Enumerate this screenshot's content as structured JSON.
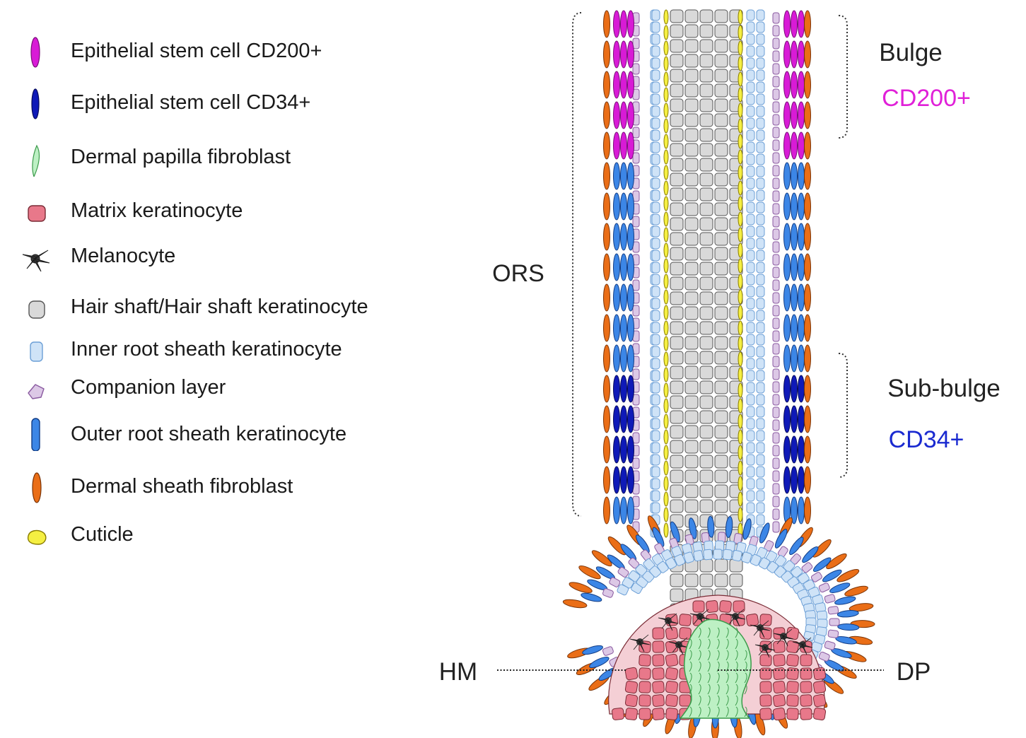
{
  "legend": {
    "items": [
      {
        "icon": "stem-cell-cd200-icon",
        "label": "Epithelial stem cell CD200+",
        "color": "#d81bd6"
      },
      {
        "icon": "stem-cell-cd34-icon",
        "label": "Epithelial stem cell CD34+",
        "color": "#0f1ab8"
      },
      {
        "icon": "dermal-papilla-fibroblast-icon",
        "label": "Dermal papilla fibroblast",
        "color": "#bdf0c4"
      },
      {
        "icon": "matrix-keratinocyte-icon",
        "label": "Matrix keratinocyte",
        "color": "#e8788a"
      },
      {
        "icon": "melanocyte-icon",
        "label": "Melanocyte",
        "color": "#3a3a3a"
      },
      {
        "icon": "hair-shaft-keratinocyte-icon",
        "label": "Hair shaft/Hair shaft keratinocyte",
        "color": "#d9d9d9"
      },
      {
        "icon": "inner-root-sheath-keratinocyte-icon",
        "label": "Inner root sheath keratinocyte",
        "color": "#cfe3f7"
      },
      {
        "icon": "companion-layer-icon",
        "label": "Companion layer",
        "color": "#dcc8e6"
      },
      {
        "icon": "outer-root-sheath-keratinocyte-icon",
        "label": "Outer root sheath keratinocyte",
        "color": "#3c86e6"
      },
      {
        "icon": "dermal-sheath-fibroblast-icon",
        "label": "Dermal sheath fibroblast",
        "color": "#ea6e17"
      },
      {
        "icon": "cuticle-icon",
        "label": "Cuticle",
        "color": "#f5ef42"
      }
    ]
  },
  "annotations": {
    "ors": "ORS",
    "bulge": "Bulge",
    "bulge_marker": "CD200+",
    "sub_bulge": "Sub-bulge",
    "sub_bulge_marker": "CD34+",
    "hm": "HM",
    "dp": "DP"
  },
  "colors": {
    "cd200": "#d81bd6",
    "cd34": "#0f1ab8",
    "dermal_papilla": "#bdf0c4",
    "matrix": "#e8788a",
    "melanocyte": "#3a3a3a",
    "hair_shaft": "#d9d9d9",
    "inner_root_sheath": "#cfe3f7",
    "companion": "#dcc8e6",
    "outer_root_sheath": "#3c86e6",
    "dermal_sheath": "#ea6e17",
    "cuticle": "#f5ef42",
    "cd200_text": "#e020d8",
    "cd34_text": "#1a2ad0"
  }
}
